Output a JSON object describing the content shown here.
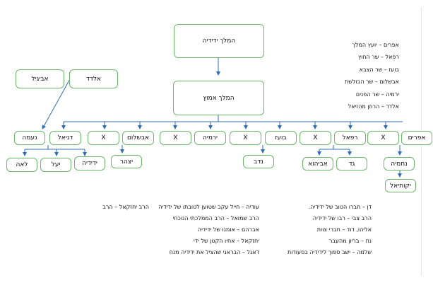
{
  "nodes": {
    "king_yedidya": "המלך ידידיה",
    "king_amotz": "המלך אמוץ",
    "avigail": "אביגיל",
    "eldad": "אלדד",
    "naama": "נעמה",
    "daniel": "דניאל",
    "x1": "X",
    "avshalom": "אבשלום",
    "x2": "X",
    "yirmiya": "ירמיה",
    "x3": "X",
    "boaz": "בועז",
    "x4": "X",
    "rafael": "רפאל",
    "x5": "X",
    "efraim": "אפרים",
    "lea": "לאה",
    "yael": "יעל",
    "yedidya": "ידידיה",
    "yitzhar": "יצהר",
    "nadav": "נדב",
    "avihua": "אביהוא",
    "gad": "גד",
    "nechemia": "נחמיה",
    "yekutiel": "יקותיאל"
  },
  "roles": [
    "אפרים – יועץ המלך",
    "רפאל – שר החוץ",
    "בועז – שר הצבא",
    "אבשלום – שר הבולשת",
    "ירמיה – שר הפנים",
    "אלדד – הרוזן מהזיאל"
  ],
  "notes_right": [
    "דן – חברו הטוב של ידידיה.",
    "הרב צבי – רבו של ידידיה",
    "אליהו, דוד – חברי צוות",
    "נח – בריון מהעבר",
    "שלמה – ישב ספוך לידידיה בסעודות"
  ],
  "notes_mid": [
    "עודיה – חייל עקב שטוען לטובתו של ידידיה",
    "הרב שמואל – הרב הממלכתי הנוכחי",
    "אברהם – אומנו של ידידיה",
    "יחזקאל – אחיו הקטן של ידי",
    "דאגל – הבראני שהציל את ידידיה מנח"
  ],
  "notes_left": [
    "הרב יחזקאל – הרב"
  ]
}
